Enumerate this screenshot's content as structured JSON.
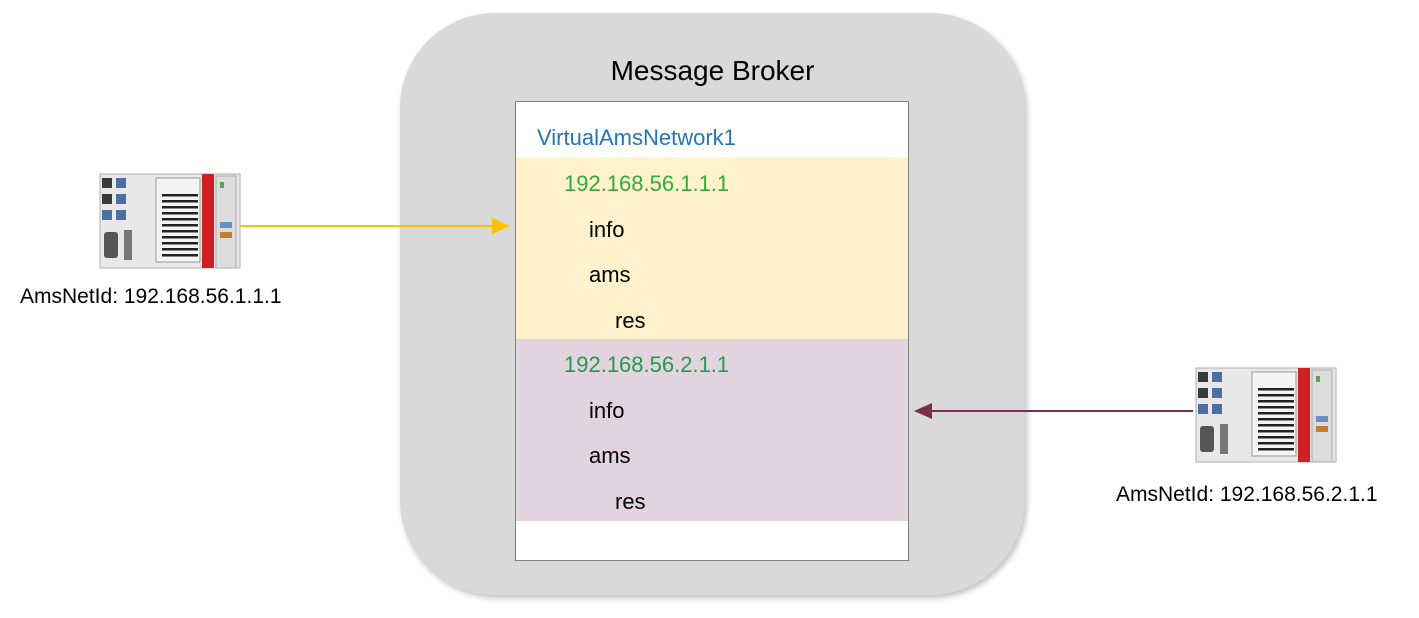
{
  "broker": {
    "title": "Message Broker"
  },
  "network": {
    "name": "VirtualAmsNetwork1",
    "groups": [
      {
        "address": "192.168.56.1.1.1",
        "items": [
          "info",
          "ams",
          "res"
        ],
        "fill": "#fff2cc"
      },
      {
        "address": "192.168.56.2.1.1",
        "items": [
          "info",
          "ams",
          "res"
        ],
        "fill": "#e1d4df"
      }
    ]
  },
  "devices": {
    "left": {
      "caption": "AmsNetId: 192.168.56.1.1.1"
    },
    "right": {
      "caption": "AmsNetId: 192.168.56.2.1.1"
    }
  },
  "colors": {
    "arrow_in": "#ffc000",
    "arrow_out": "#7b2f4e",
    "network_name": "#1f76b8",
    "address": "#2eaa3e"
  }
}
